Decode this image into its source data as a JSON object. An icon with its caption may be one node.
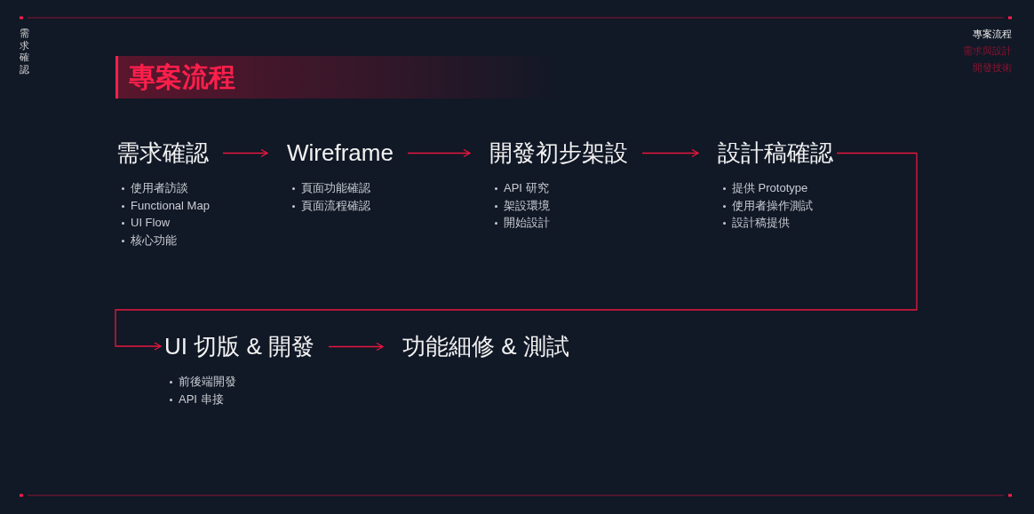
{
  "diagram": {
    "title": "專案流程",
    "nodes": [
      {
        "text": [
          "需求確認"
        ],
        "beside": [
          "使用者訪談",
          "Functional Map",
          "UI Flow",
          "核心功能"
        ]
      },
      {
        "text": [
          "Wireframe"
        ],
        "beside": [
          "頁面功能確認",
          "頁面流程確認"
        ]
      },
      {
        "text": [
          "開發初步架設"
        ],
        "beside": [
          "API 研究",
          "架設環境",
          "開始設計"
        ]
      },
      {
        "text": [
          "設計稿確認"
        ],
        "beside": [
          "提供 Prototype",
          "使用者操作測試",
          "設計稿提供"
        ]
      },
      {
        "text": [
          "UI 切版 & 開發"
        ],
        "beside": [
          "前後端開發",
          "API 串接"
        ]
      },
      {
        "text": [
          "功能細修 & 測試"
        ]
      }
    ],
    "edges": [
      {
        "from": 0,
        "to": 1,
        "arrow": "to"
      },
      {
        "from": 1,
        "to": 2,
        "arrow": "to"
      },
      {
        "from": 2,
        "to": 3,
        "arrow": "to"
      },
      {
        "from": 3,
        "to": 4,
        "arrow": "to"
      },
      {
        "from": 4,
        "to": 5,
        "arrow": "to"
      }
    ],
    "labels": [
      "需求確認",
      "專案流程",
      "需求與設計",
      "開發技術"
    ]
  }
}
